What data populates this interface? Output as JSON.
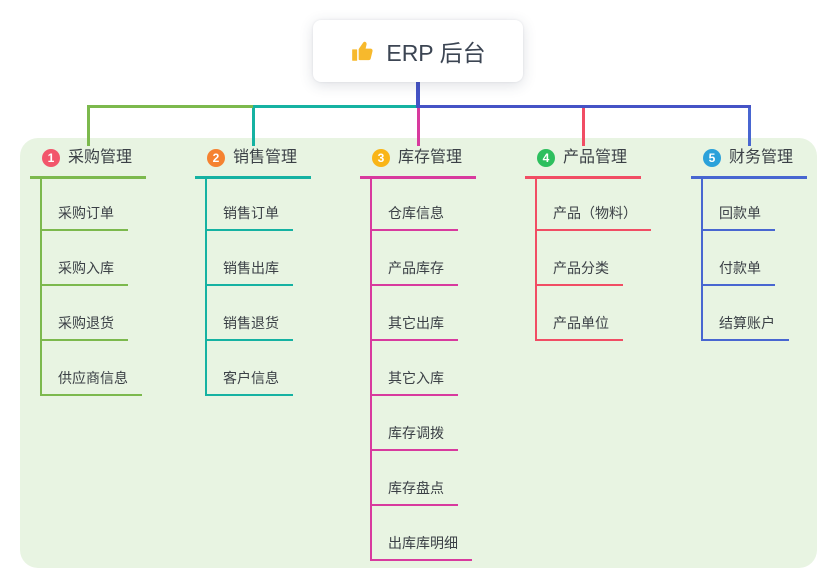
{
  "root": {
    "label": "ERP 后台",
    "icon": "thumbs-up-icon"
  },
  "theme": {
    "panel_bg": "#e8f4e2",
    "root_line": "#4553c6",
    "thumb_color": "#f7b92c",
    "text_color": "#3b4046"
  },
  "branches": [
    {
      "badge": "1",
      "label": "采购管理",
      "badge_color": "#f2566b",
      "color": "#7cb94d",
      "children": [
        "采购订单",
        "采购入库",
        "采购退货",
        "供应商信息"
      ]
    },
    {
      "badge": "2",
      "label": "销售管理",
      "badge_color": "#f58230",
      "color": "#15b2a2",
      "children": [
        "销售订单",
        "销售出库",
        "销售退货",
        "客户信息"
      ]
    },
    {
      "badge": "3",
      "label": "库存管理",
      "badge_color": "#f9b517",
      "color": "#d83a9e",
      "children": [
        "仓库信息",
        "产品库存",
        "其它出库",
        "其它入库",
        "库存调拨",
        "库存盘点",
        "出库库明细"
      ]
    },
    {
      "badge": "4",
      "label": "产品管理",
      "badge_color": "#2dbf5e",
      "color": "#f14d64",
      "children": [
        "产品（物料）",
        "产品分类",
        "产品单位"
      ]
    },
    {
      "badge": "5",
      "label": "财务管理",
      "badge_color": "#2ba1da",
      "color": "#4866d1",
      "children": [
        "回款单",
        "付款单",
        "结算账户"
      ]
    }
  ]
}
